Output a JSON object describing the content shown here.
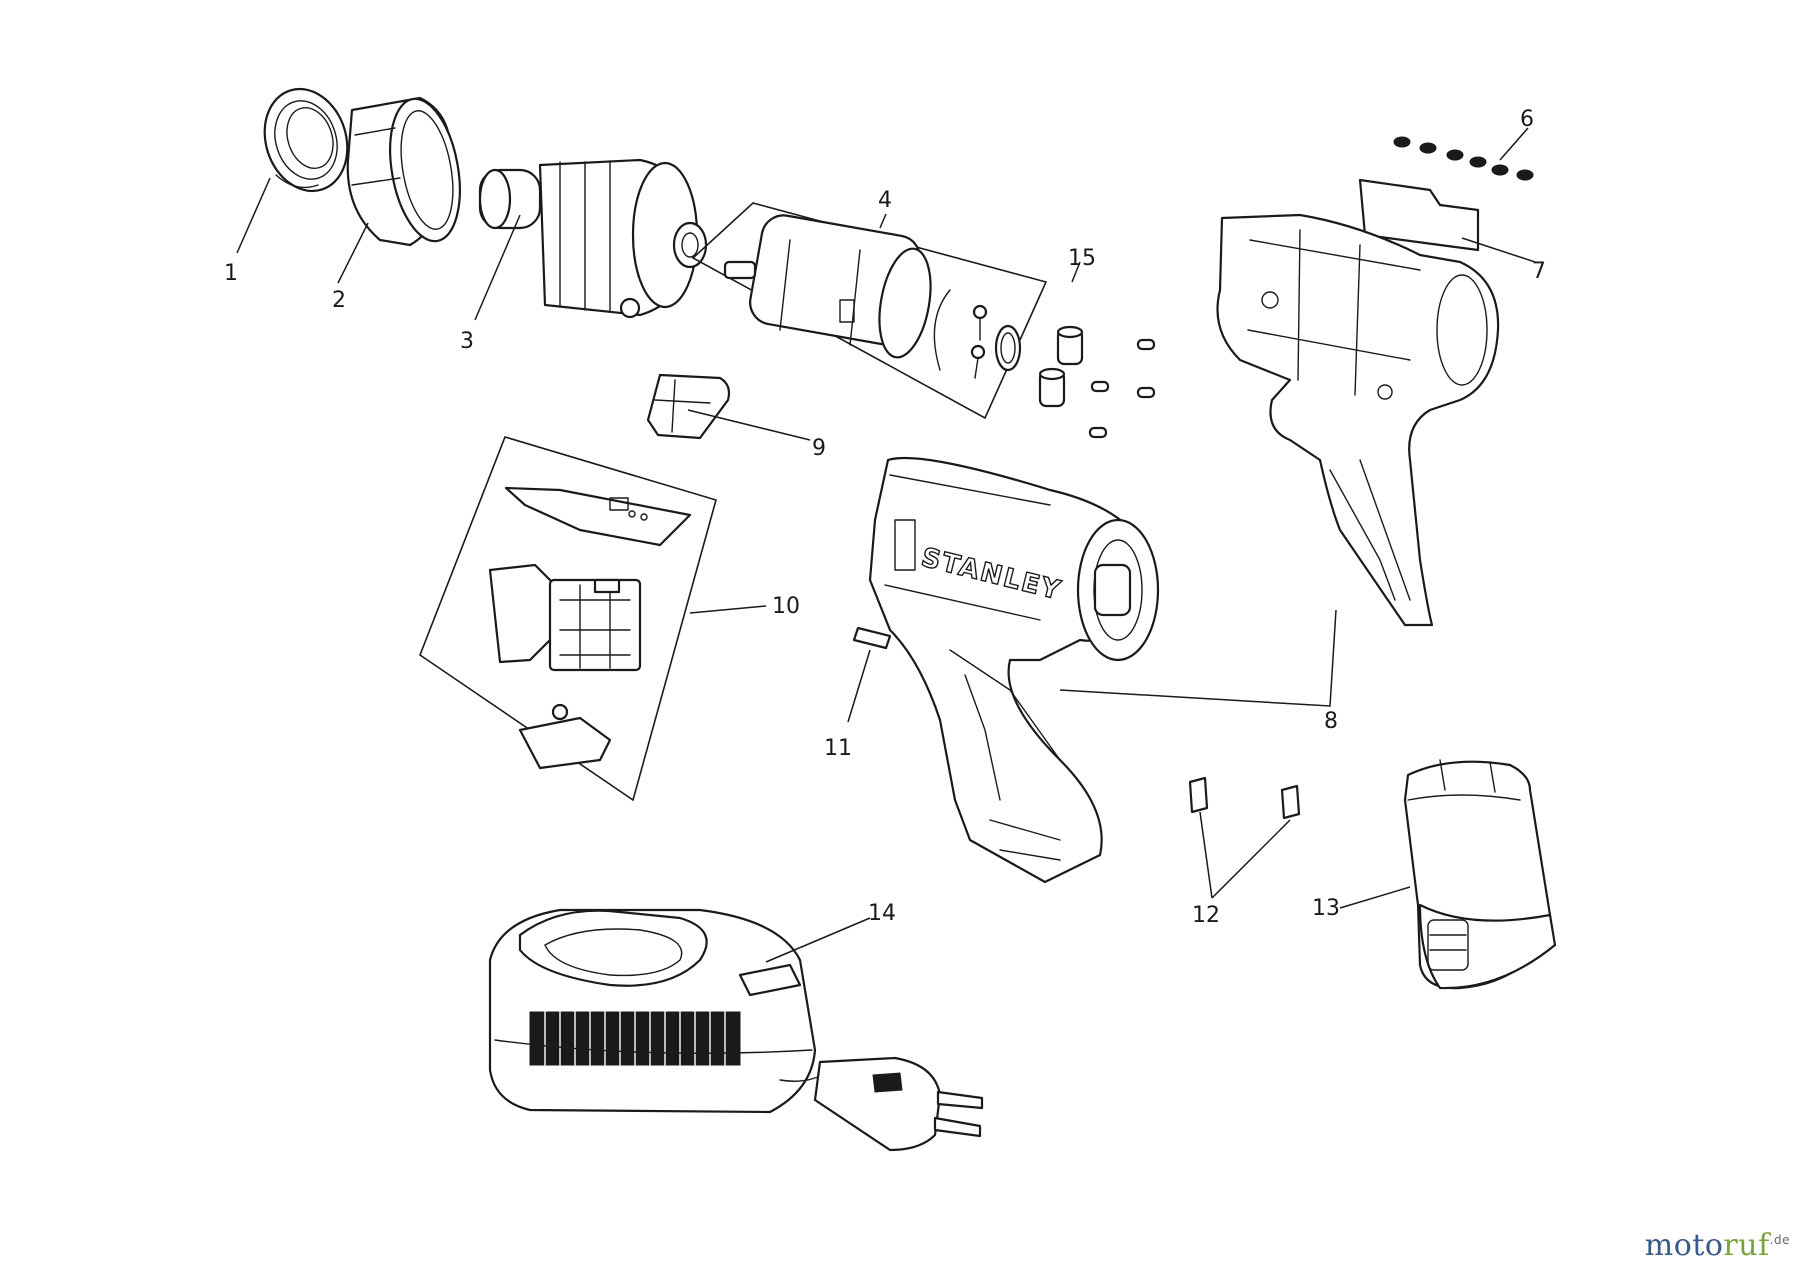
{
  "diagram": {
    "brand_label": "STANLEY",
    "callouts": [
      "1",
      "2",
      "3",
      "4",
      "6",
      "7",
      "8",
      "9",
      "10",
      "11",
      "12",
      "13",
      "14",
      "15"
    ]
  },
  "watermark": {
    "text_a": "moto",
    "text_b": "ruf",
    "suffix": ".de",
    "color_a": "#3a5a8c",
    "color_b": "#7aa43a"
  }
}
